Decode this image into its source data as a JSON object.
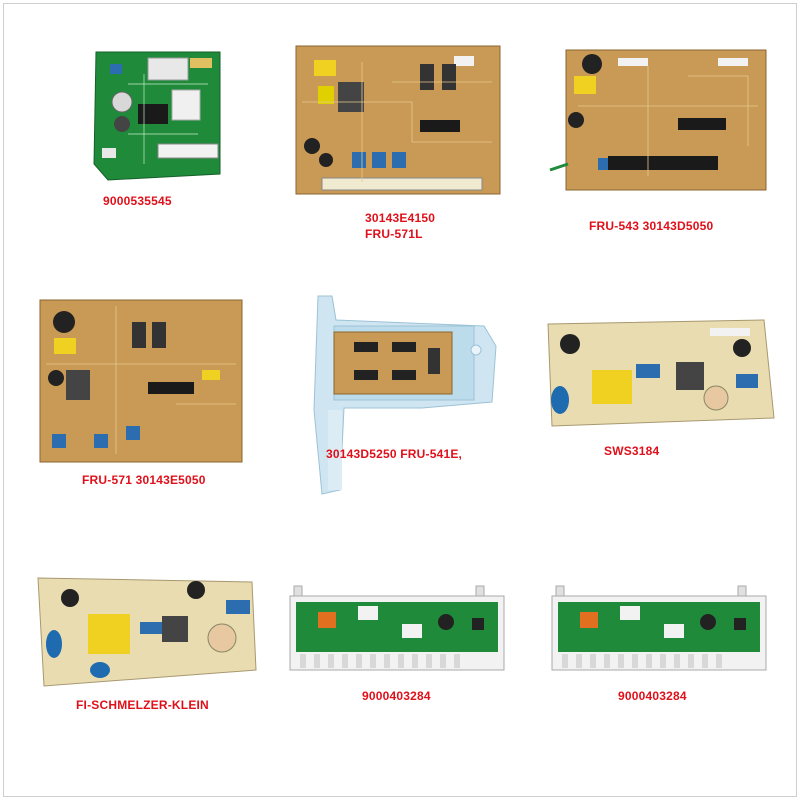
{
  "products": [
    {
      "label_lines": [
        "9000535545"
      ]
    },
    {
      "label_lines": [
        "30143E4150",
        "FRU-571L"
      ]
    },
    {
      "label_lines": [
        "FRU-543 30143D5050"
      ]
    },
    {
      "label_lines": [
        "FRU-571 30143E5050"
      ]
    },
    {
      "label_lines": [
        "30143D5250 FRU-541E,"
      ]
    },
    {
      "label_lines": [
        "SWS3184"
      ]
    },
    {
      "label_lines": [
        "FI-SCHMELZER-KLEIN"
      ]
    },
    {
      "label_lines": [
        "9000403284"
      ]
    },
    {
      "label_lines": [
        "9000403284"
      ]
    }
  ],
  "colors": {
    "label": "#e0101a",
    "pcb_green": "#1f8a3a",
    "pcb_tan": "#c89a55",
    "pcb_cream": "#e8dcb0",
    "housing_blue": "#cfe6f2"
  }
}
